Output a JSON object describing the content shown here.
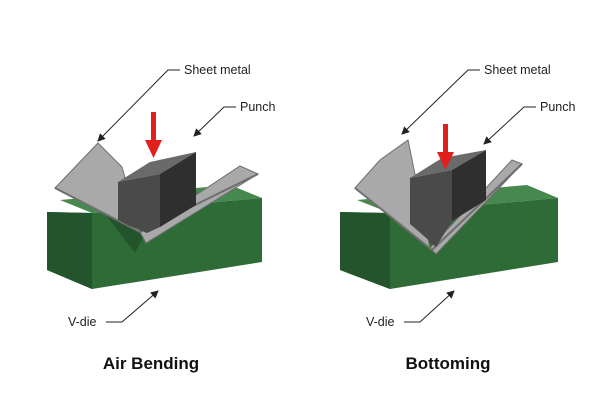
{
  "panels": [
    {
      "caption": "Air Bending",
      "labels": {
        "sheet_metal": "Sheet metal",
        "punch": "Punch",
        "die": "V-die"
      }
    },
    {
      "caption": "Bottoming",
      "labels": {
        "sheet_metal": "Sheet metal",
        "punch": "Punch",
        "die": "V-die"
      }
    }
  ],
  "colors": {
    "die_top": "#47884f",
    "die_front": "#2f6b37",
    "die_side": "#24542b",
    "sheet": "#a9a9a9",
    "sheet_edge": "#6f6f6f",
    "punch_face": "#4a4a4a",
    "punch_top": "#6a6a6a",
    "punch_side": "#2f2f2f",
    "force_arrow": "#e0201c"
  },
  "icons": {
    "force": "red-down-arrow"
  }
}
